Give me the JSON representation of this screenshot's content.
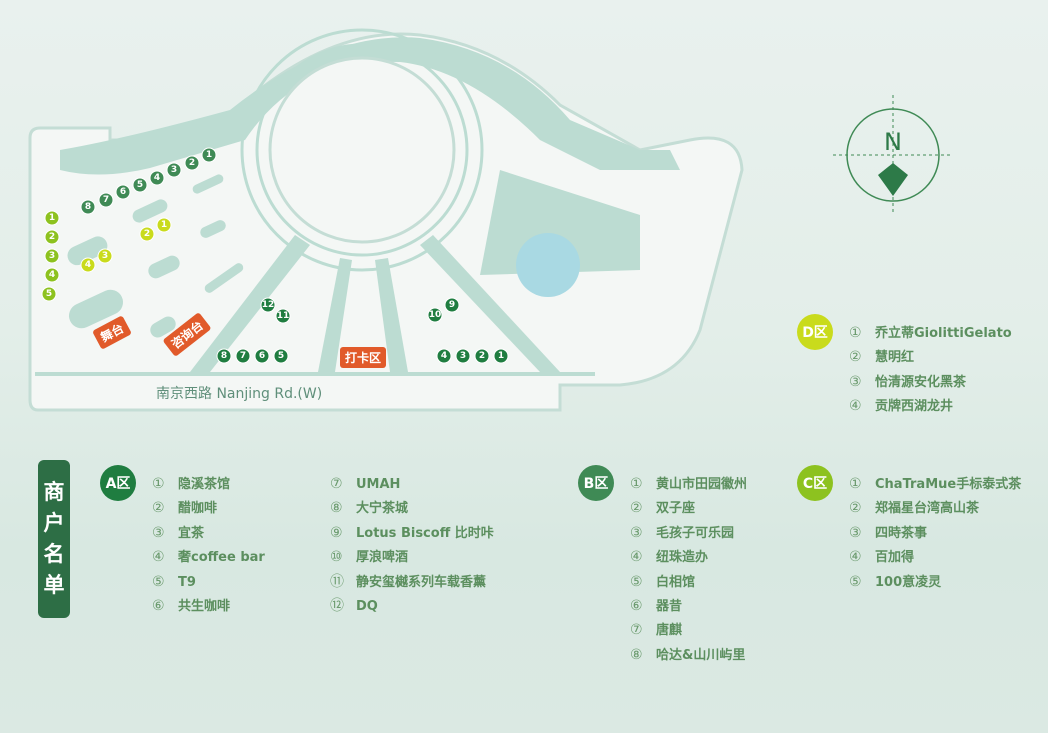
{
  "title": "商户名单",
  "road": "南京西路 Nanjing Rd.(W)",
  "compass": "N",
  "map_tags": {
    "stage": "舞台",
    "info": "咨询台",
    "checkin": "打卡区"
  },
  "colors": {
    "A": "#1f7d40",
    "B": "#3f8a55",
    "C": "#8dc21f",
    "D": "#c9db1c",
    "tag": "#e15a2a",
    "banner": "#2d6e45"
  },
  "markers": {
    "B_top": [
      "8",
      "7",
      "6",
      "5",
      "4",
      "3",
      "2",
      "1"
    ],
    "C_left": [
      "1",
      "2",
      "3",
      "4",
      "5"
    ],
    "D": [
      "2",
      "1",
      "4",
      "3"
    ],
    "A_bottom_left": [
      "8",
      "7",
      "6",
      "5"
    ],
    "A_mid_left": [
      "12",
      "11"
    ],
    "A_mid_right": [
      "10",
      "9"
    ],
    "A_bottom_right": [
      "4",
      "3",
      "2",
      "1"
    ]
  },
  "zones": {
    "A": {
      "label": "A区",
      "items": [
        {
          "n": "①",
          "name": "隐溪茶馆"
        },
        {
          "n": "②",
          "name": "醋咖啡"
        },
        {
          "n": "③",
          "name": "宜茶"
        },
        {
          "n": "④",
          "name": "奢coffee bar"
        },
        {
          "n": "⑤",
          "name": "T9"
        },
        {
          "n": "⑥",
          "name": "共生咖啡"
        },
        {
          "n": "⑦",
          "name": "UMAH"
        },
        {
          "n": "⑧",
          "name": "大宁茶城"
        },
        {
          "n": "⑨",
          "name": "Lotus Biscoff 比时咔"
        },
        {
          "n": "⑩",
          "name": "厚浪啤酒"
        },
        {
          "n": "⑪",
          "name": "静安玺樾系列车载香薰"
        },
        {
          "n": "⑫",
          "name": "DQ"
        }
      ]
    },
    "B": {
      "label": "B区",
      "items": [
        {
          "n": "①",
          "name": "黄山市田园徽州"
        },
        {
          "n": "②",
          "name": "双子座"
        },
        {
          "n": "③",
          "name": "毛孩子可乐园"
        },
        {
          "n": "④",
          "name": "纽珠造办"
        },
        {
          "n": "⑤",
          "name": "白相馆"
        },
        {
          "n": "⑥",
          "name": "器昔"
        },
        {
          "n": "⑦",
          "name": "唐麒"
        },
        {
          "n": "⑧",
          "name": "哈达&山川屿里"
        }
      ]
    },
    "C": {
      "label": "C区",
      "items": [
        {
          "n": "①",
          "name": "ChaTraMue手标泰式茶"
        },
        {
          "n": "②",
          "name": "郑福星台湾高山茶"
        },
        {
          "n": "③",
          "name": "四時茶事"
        },
        {
          "n": "④",
          "name": "百加得"
        },
        {
          "n": "⑤",
          "name": "100意凌灵"
        }
      ]
    },
    "D": {
      "label": "D区",
      "items": [
        {
          "n": "①",
          "name": "乔立蒂GiolittiGelato"
        },
        {
          "n": "②",
          "name": "慧明红"
        },
        {
          "n": "③",
          "name": "怡清源安化黑茶"
        },
        {
          "n": "④",
          "name": "贡牌西湖龙井"
        }
      ]
    }
  }
}
